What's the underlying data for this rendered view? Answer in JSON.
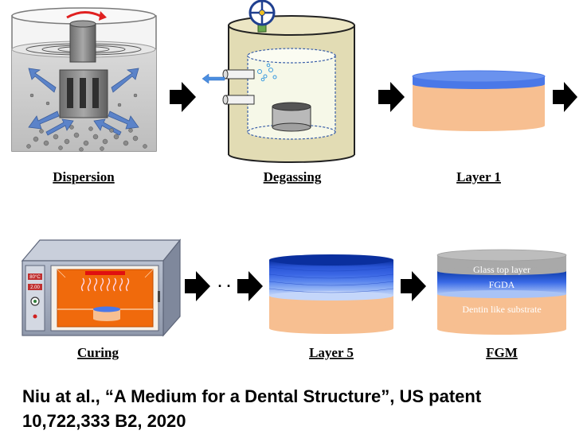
{
  "steps": {
    "dispersion": "Dispersion",
    "degassing": "Degassing",
    "layer1": "Layer 1",
    "curing": "Curing",
    "layer5": "Layer 5",
    "fgm": "FGM"
  },
  "fgm_layers": {
    "top": "Glass top layer",
    "middle": "FGDA",
    "bottom": "Dentin like substrate"
  },
  "oven": {
    "temperature": "80°C",
    "time": "2.00"
  },
  "ellipsis": "· ·",
  "citation": {
    "line1": "Niu at al., “A Medium for a Dental Structure”, US patent",
    "line2": "10,722,333 B2, 2020"
  },
  "colors": {
    "layer_blue": "#4a78e8",
    "substrate_peach": "#f7bf91",
    "oven_orange": "#f06a0c",
    "glass_gray": "#a9a9a9",
    "vessel_olive": "#e2dcb4"
  }
}
